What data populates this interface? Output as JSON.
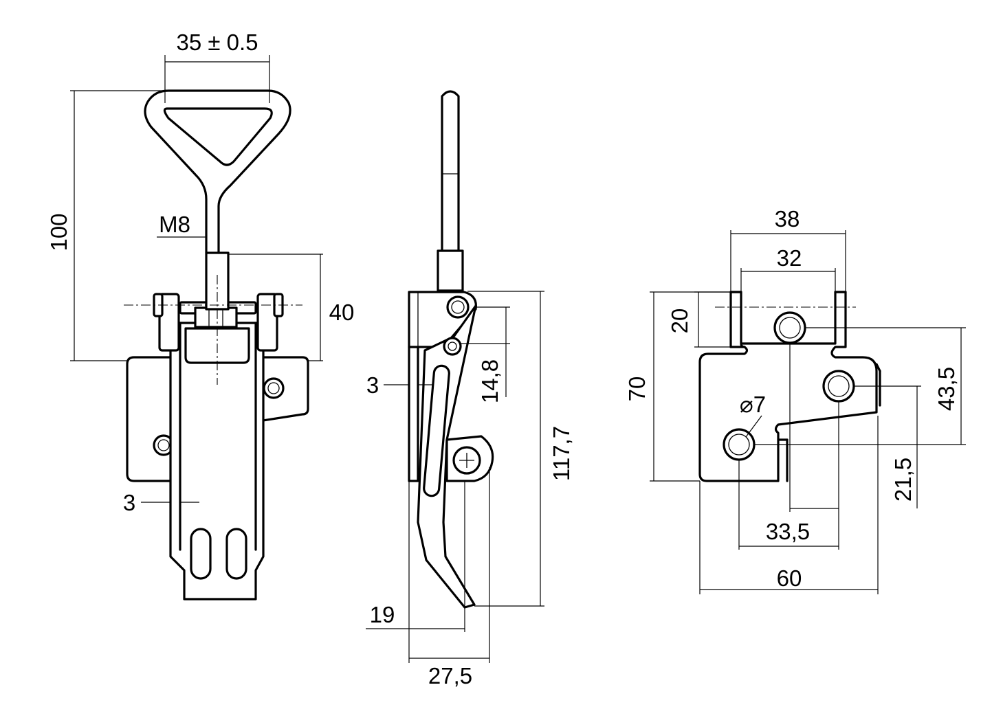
{
  "dimensions": {
    "front_view": {
      "handle_width": "35 ± 0.5",
      "overall_height": "100",
      "thread": "M8",
      "body_height": "40",
      "plate_thickness": "3"
    },
    "side_view": {
      "plate_thickness": "3",
      "pivot_offset": "14,8",
      "overall_length": "117,7",
      "hook_offset": "19",
      "depth": "27,5"
    },
    "hole_view": {
      "outer_spacing": "38",
      "inner_spacing": "32",
      "slot_depth": "20",
      "height": "70",
      "hole_diameter": "⌀7",
      "vertical_spacing": "43,5",
      "lower_offset": "21,5",
      "horizontal_spacing": "33,5",
      "width": "60"
    }
  }
}
